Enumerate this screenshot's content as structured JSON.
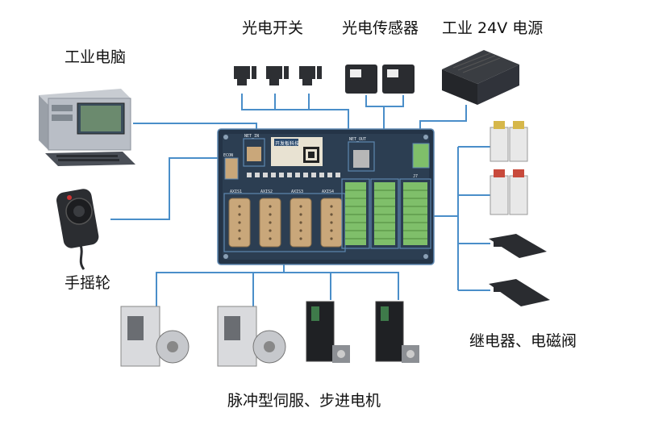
{
  "labels": {
    "photo_switch": "光电开关",
    "photo_sensor": "光电传感器",
    "power_supply": "工业 24V 电源",
    "industrial_pc": "工业电脑",
    "handwheel": "手摇轮",
    "relay_valve": "继电器、电磁阀",
    "servo_stepper": "脉冲型伺服、步进电机"
  },
  "board": {
    "net_in": "NET_IN",
    "net_out": "NET_OUT",
    "econ": "ECON",
    "axis1": "AXIS1",
    "axis2": "AXIS2",
    "axis3": "AXIS3",
    "axis4": "AXIS4",
    "j7": "J7",
    "logo_text": "开发板科技"
  },
  "colors": {
    "connector_line": "#4a8ec9",
    "board_body": "#243447",
    "board_border": "#5d87b0",
    "terminal_green": "#7fbf6a",
    "db_connector": "#c9a77a"
  }
}
